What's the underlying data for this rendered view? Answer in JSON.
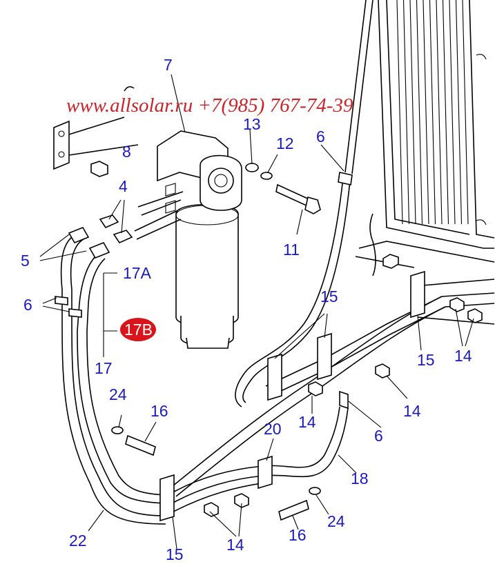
{
  "watermark": "www.allsolar.ru +7(985) 767-74-39",
  "callouts": [
    {
      "id": "c7",
      "text": "7"
    },
    {
      "id": "c13",
      "text": "13"
    },
    {
      "id": "c8",
      "text": "8"
    },
    {
      "id": "c12",
      "text": "12"
    },
    {
      "id": "c6a",
      "text": "6"
    },
    {
      "id": "c4",
      "text": "4"
    },
    {
      "id": "c11",
      "text": "11"
    },
    {
      "id": "c5",
      "text": "5"
    },
    {
      "id": "c6b",
      "text": "6"
    },
    {
      "id": "c17A",
      "text": "17A"
    },
    {
      "id": "c17B",
      "text": "17B"
    },
    {
      "id": "c17",
      "text": "17"
    },
    {
      "id": "c15a",
      "text": "15"
    },
    {
      "id": "c15b",
      "text": "15"
    },
    {
      "id": "c14a",
      "text": "14"
    },
    {
      "id": "c14b",
      "text": "14"
    },
    {
      "id": "c14c",
      "text": "14"
    },
    {
      "id": "c6c",
      "text": "6"
    },
    {
      "id": "c24a",
      "text": "24"
    },
    {
      "id": "c16a",
      "text": "16"
    },
    {
      "id": "c20",
      "text": "20"
    },
    {
      "id": "c18",
      "text": "18"
    },
    {
      "id": "c24b",
      "text": "24"
    },
    {
      "id": "c22",
      "text": "22"
    },
    {
      "id": "c15c",
      "text": "15"
    },
    {
      "id": "c14d",
      "text": "14"
    },
    {
      "id": "c16b",
      "text": "16"
    }
  ],
  "colors": {
    "callout": "#1a1ab8",
    "watermark": "#c8242a",
    "badge": "#d8141c"
  }
}
